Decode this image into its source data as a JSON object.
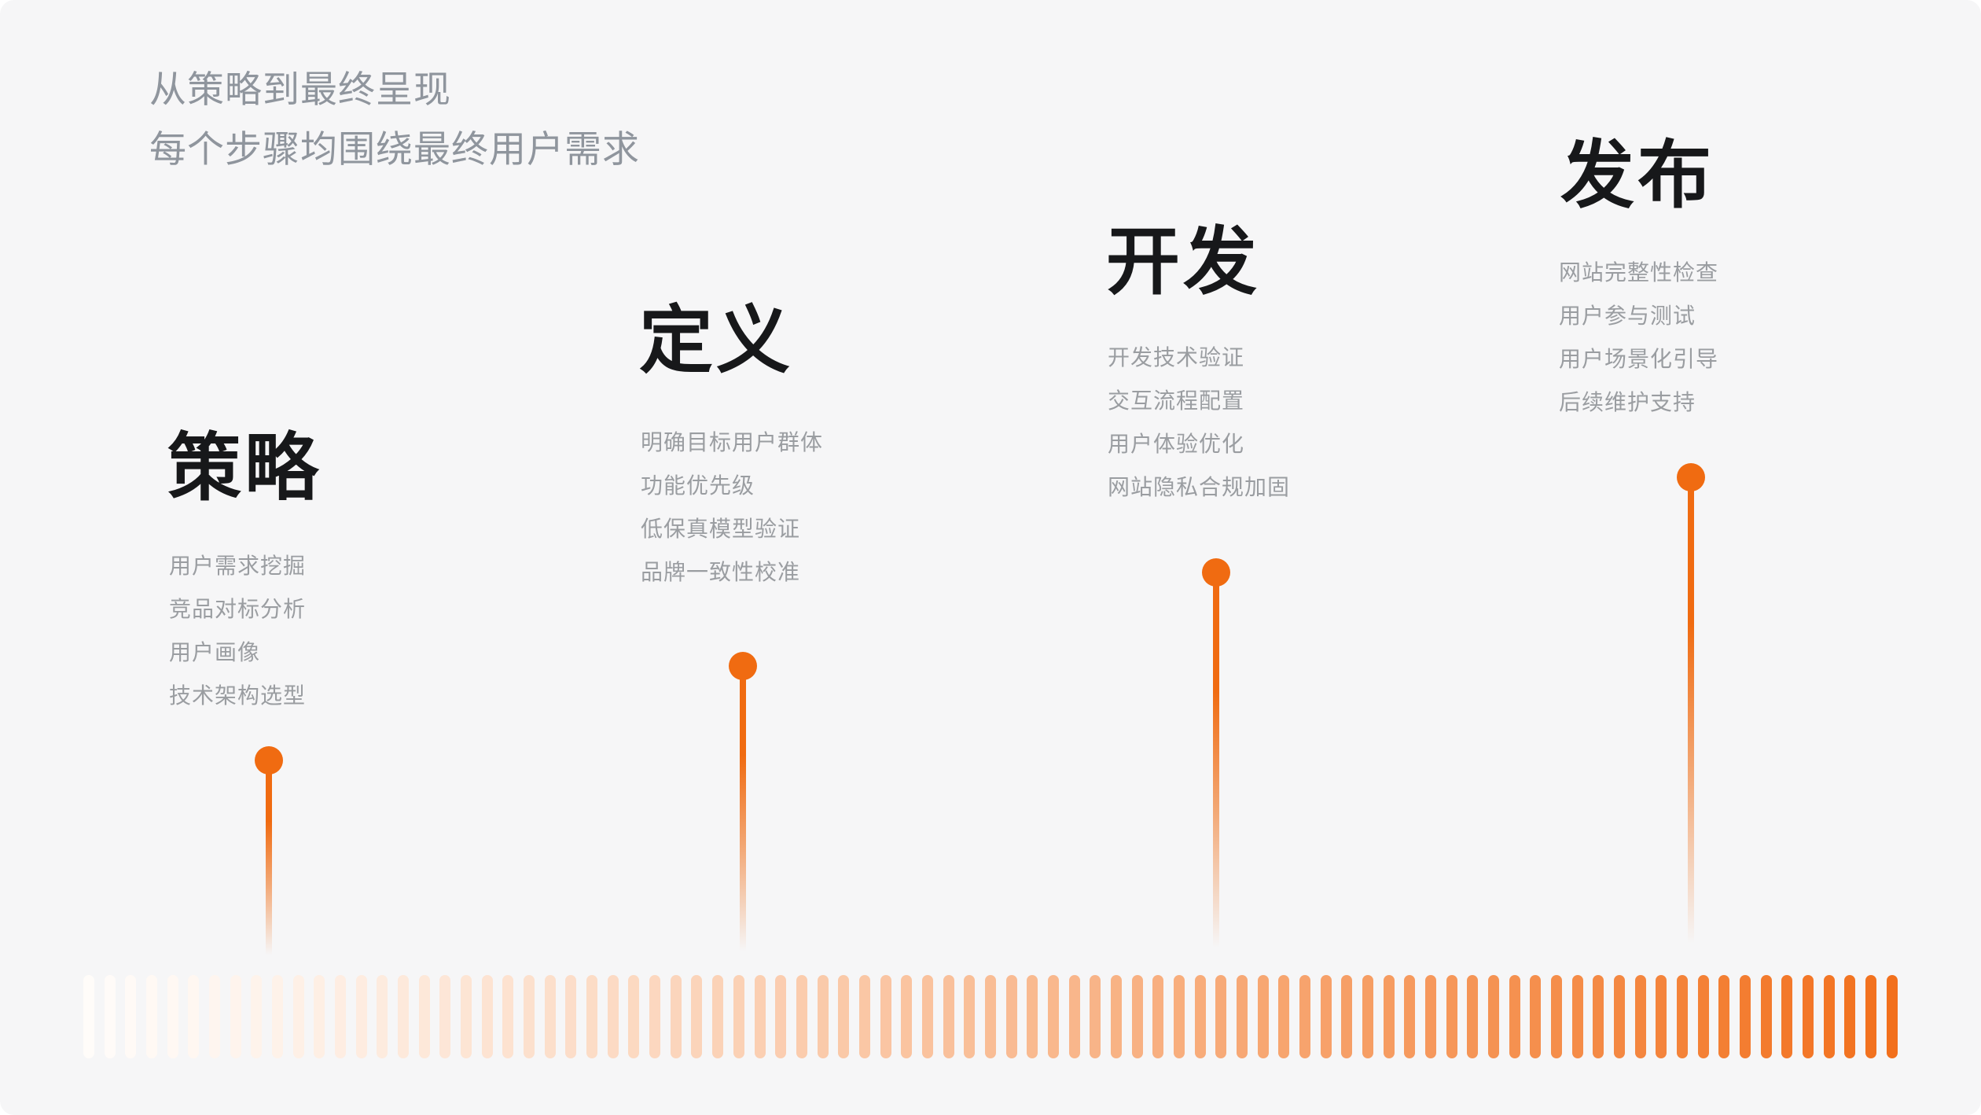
{
  "header": {
    "line1": "从策略到最终呈现",
    "line2": "每个步骤均围绕最终用户需求"
  },
  "stages": [
    {
      "title": "策略",
      "items": [
        "用户需求挖掘",
        "竞品对标分析",
        "用户画像",
        "技术架构选型"
      ]
    },
    {
      "title": "定义",
      "items": [
        "明确目标用户群体",
        "功能优先级",
        "低保真模型验证",
        "品牌一致性校准"
      ]
    },
    {
      "title": "开发",
      "items": [
        "开发技术验证",
        "交互流程配置",
        "用户体验优化",
        "网站隐私合规加固"
      ]
    },
    {
      "title": "发布",
      "items": [
        "网站完整性检查",
        "用户参与测试",
        "用户场景化引导",
        "后续维护支持"
      ]
    }
  ],
  "colors": {
    "accent": "#F06B11",
    "panel_background": "#f6f6f7",
    "title_text": "#17181a",
    "item_text": "#9a9da1",
    "header_text": "#8f959d",
    "bar_gradient_start": "#FFFCF9",
    "bar_gradient_end": "#F2701C"
  },
  "timeline": {
    "bar_count": 87
  }
}
